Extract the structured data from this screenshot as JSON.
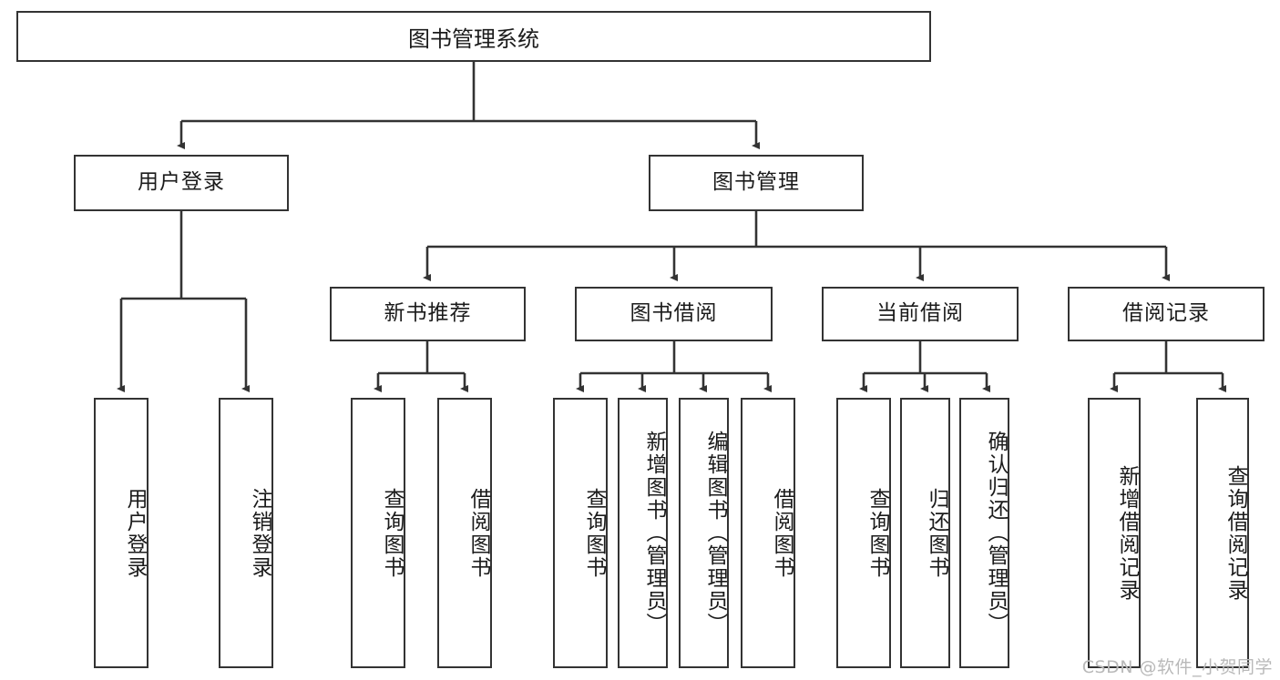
{
  "diagram": {
    "title": "图书管理系统",
    "type": "tree-hierarchy-flowchart",
    "watermark": "CSDN @软件_小贺同学",
    "colors": {
      "stroke": "#333333",
      "fill": "#ffffff",
      "text": "#1b1b1b",
      "watermark": "#b9b9b9"
    },
    "root": {
      "label": "图书管理系统"
    },
    "level2": [
      {
        "label": "用户登录"
      },
      {
        "label": "图书管理"
      }
    ],
    "level3": [
      {
        "label": "新书推荐"
      },
      {
        "label": "图书借阅"
      },
      {
        "label": "当前借阅"
      },
      {
        "label": "借阅记录"
      }
    ],
    "leaves": {
      "user_login": [
        {
          "label": "用户登录"
        },
        {
          "label": "注销登录"
        }
      ],
      "new_book_recommend": [
        {
          "label": "查询图书"
        },
        {
          "label": "借阅图书"
        }
      ],
      "book_borrow": [
        {
          "label": "查询图书"
        },
        {
          "label": "新增图书（管理员）"
        },
        {
          "label": "编辑图书（管理员）"
        },
        {
          "label": "借阅图书"
        }
      ],
      "current_borrow": [
        {
          "label": "查询图书"
        },
        {
          "label": "归还图书"
        },
        {
          "label": "确认归还（管理员）"
        }
      ],
      "borrow_record": [
        {
          "label": "新增借阅记录"
        },
        {
          "label": "查询借阅记录"
        }
      ]
    }
  }
}
